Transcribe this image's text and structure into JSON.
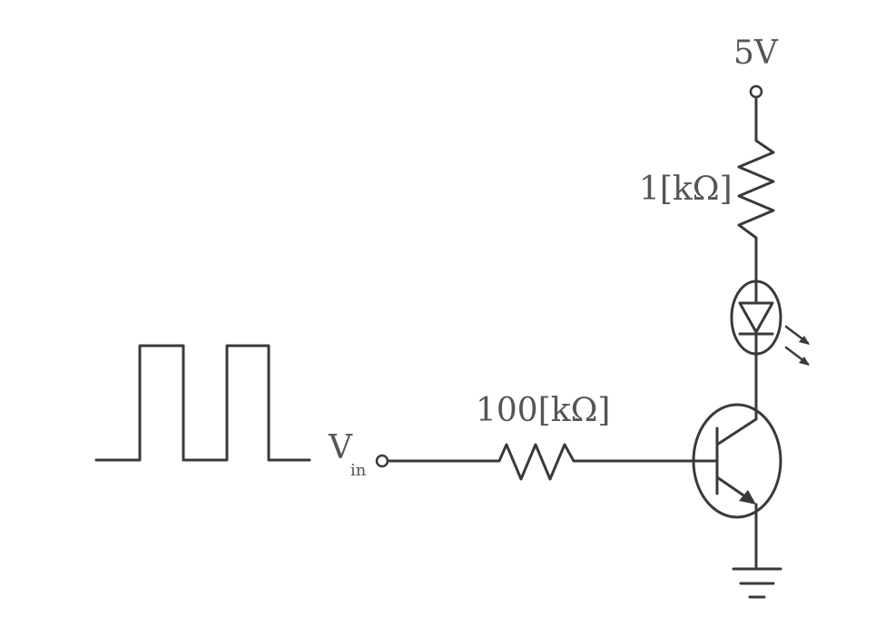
{
  "labels": {
    "supply": "5V",
    "r_collector": "1[kΩ]",
    "r_base": "100[kΩ]",
    "vin_main": "V",
    "vin_sub": "in"
  },
  "icons": {
    "input": "square-wave-pulse-icon",
    "terminal": "open-terminal-icon",
    "led": "led-icon",
    "transistor": "npn-transistor-icon",
    "ground": "ground-icon"
  },
  "colors": {
    "line": "#3a3a3a",
    "text": "#555555",
    "background": "#ffffff"
  }
}
